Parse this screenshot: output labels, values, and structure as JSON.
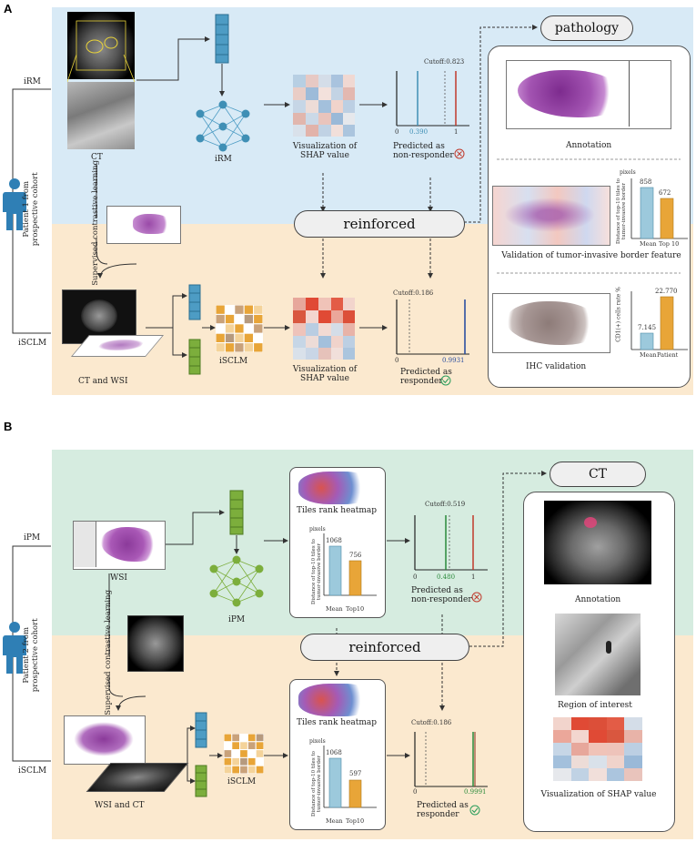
{
  "panel_a": {
    "letter": "A",
    "cohort_label": "Patient 1 from prospective cohort",
    "irm_row_label": "iRM",
    "isclm_row_label": "iSCLM",
    "ct_label": "CT",
    "irm_net_label": "iRM",
    "shap_label_top": "Visualization of SHAP value",
    "predicted_top": "Predicted as non-responder",
    "cutoff_top": "Cutoff:0.823",
    "tick0_top": "0",
    "value_top": "0.390",
    "tick1_top": "1",
    "supervised": "Supervised contrastive learning",
    "reinforced": "reinforced",
    "ct_wsi_label": "CT and WSI",
    "isclm_net_label": "iSCLM",
    "shap_label_bottom": "Visualization of SHAP value",
    "predicted_bottom": "Predicted as responder",
    "cutoff_bottom": "Cutoff:0.186",
    "tick0_bottom": "0",
    "value_bottom": "0.9931",
    "pathology_title": "pathology",
    "annotation_label": "Annotation",
    "validation_label": "Validation of  tumor-invasive border feature",
    "ihc_label": "IHC validation",
    "bar1": {
      "unit": "pixels",
      "ylabel": "Distance of top-10 tiles to tumor-invasive border",
      "categories": [
        "Mean",
        "Top 10"
      ],
      "values": [
        858,
        672
      ],
      "value_labels": [
        "858",
        "672"
      ]
    },
    "bar2": {
      "ylabel": "CD1(+) cells rate %",
      "categories": [
        "Mean",
        "Patient"
      ],
      "values": [
        7.145,
        22.77
      ],
      "value_labels": [
        "7.145",
        "22.770"
      ]
    }
  },
  "panel_b": {
    "letter": "B",
    "cohort_label": "Patient 2 from prospective cohort",
    "ipm_row_label": "iPM",
    "isclm_row_label": "iSCLM",
    "wsi_label": "WSI",
    "ipm_net_label": "iPM",
    "heat_title_top": "Tiles rank heatmap",
    "heat_title_bottom": "Tiles rank heatmap",
    "bar_top": {
      "unit": "pixels",
      "ylabel": "Distance of top-10 tiles to tumor-invasive border",
      "categories": [
        "Mean",
        "Top10"
      ],
      "values": [
        1068,
        756
      ],
      "value_labels": [
        "1068",
        "756"
      ]
    },
    "bar_bottom": {
      "unit": "pixels",
      "ylabel": "Distance of top-10 tiles to tumor-invasive border",
      "categories": [
        "Mean",
        "Top10"
      ],
      "values": [
        1068,
        597
      ],
      "value_labels": [
        "1068",
        "597"
      ]
    },
    "cutoff_top": "Cutoff:0.519",
    "tick0_top": "0",
    "value_top": "0.480",
    "tick1_top": "1",
    "predicted_top": "Predicted as non-responder",
    "supervised": "Supervised contrastive learning",
    "reinforced": "reinforced",
    "wsi_ct_label": "WSI and CT",
    "isclm_net_label": "iSCLM",
    "cutoff_bottom": "Cutoff:0.186",
    "tick0_bottom": "0",
    "value_bottom": "0.9991",
    "predicted_bottom": "Predicted as responder",
    "ct_title": "CT",
    "annotation_label": "Annotation",
    "roi_label": "Region of interest",
    "shap_label": "Visualization of SHAP value"
  },
  "colors": {
    "blue_bg": "#d8eaf6",
    "peach_bg": "#fbe9cf",
    "green_bg": "#d6ece0",
    "teal": "#3f8fb5",
    "green": "#7cae3c",
    "orange": "#e8a538",
    "barblue": "#9cc9dc",
    "red": "#c0392b",
    "purple": "#8b3a9a"
  }
}
